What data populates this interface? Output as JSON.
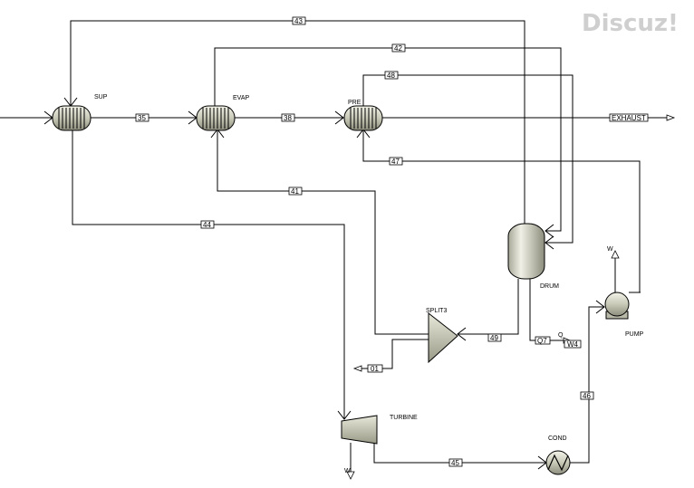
{
  "watermark": "Discuz!",
  "blocks": {
    "sup": "SUP",
    "evap": "EVAP",
    "pre": "PRE",
    "drum": "DRUM",
    "split3": "SPLIT3",
    "pump": "PUMP",
    "turbine": "TURBINE",
    "cond": "COND"
  },
  "streams": {
    "s43": "43",
    "s42": "42",
    "s48": "48",
    "s35": "35",
    "s38": "38",
    "exhaust": "EXHAUST",
    "s47": "47",
    "s41": "41",
    "s44": "44",
    "s49": "49",
    "s01": "01",
    "q7": "Q7",
    "w4": "W4",
    "s46": "46",
    "s45": "45"
  },
  "port_labels": {
    "pump_w": "W",
    "turbine_w": "W",
    "drum_q": "Q"
  }
}
